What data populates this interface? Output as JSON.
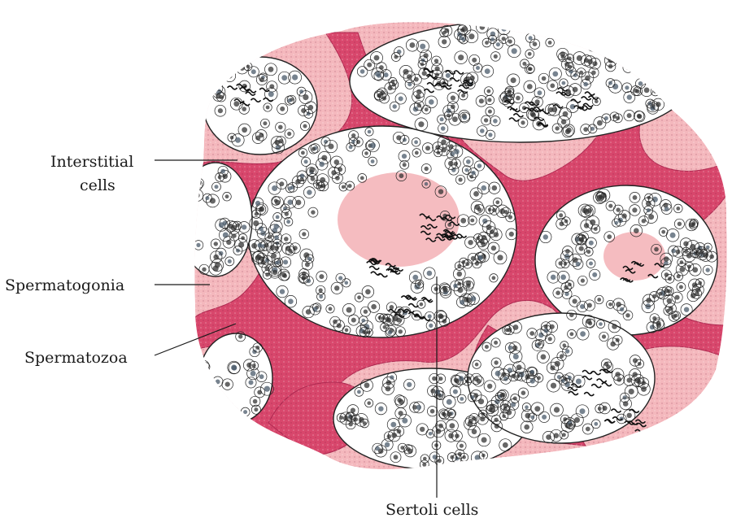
{
  "labels": {
    "interstitial_line1": "Interstitial",
    "interstitial_line2": "cells",
    "spermatogonia": "Spermatogonia",
    "spermatozoa": "Spermatozoa",
    "sertoli": "Sertoli cells"
  },
  "colors": {
    "tissue_pink": "#f4b8bd",
    "connective_tissue": "#d8476c",
    "connective_dark": "#b02a52",
    "tubule_fill": "#ffffff",
    "lumen_fill": "#f5bcc0",
    "cell_outline": "#222222",
    "label_text": "#1a1a1a"
  }
}
